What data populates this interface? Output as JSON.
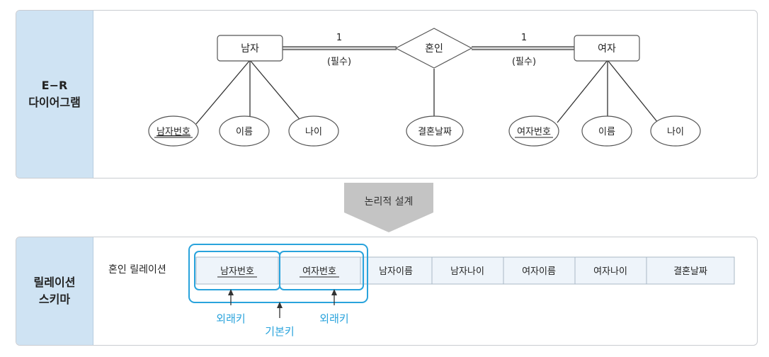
{
  "er_panel": {
    "label_line1": "E−R",
    "label_line2": "다이어그램",
    "entities": {
      "man": "남자",
      "woman": "여자"
    },
    "relationship": "혼인",
    "cardinality_left": "1",
    "cardinality_right": "1",
    "participation_left": "(필수)",
    "participation_right": "(필수)",
    "man_attributes": [
      "남자번호",
      "이름",
      "나이"
    ],
    "relationship_attribute": "결혼날짜",
    "woman_attributes": [
      "여자번호",
      "이름",
      "나이"
    ]
  },
  "transition": {
    "label": "논리적 설계"
  },
  "schema_panel": {
    "label_line1": "릴레이션",
    "label_line2": "스키마",
    "relation_name": "혼인 릴레이션",
    "columns": [
      "남자번호",
      "여자번호",
      "남자이름",
      "남자나이",
      "여자이름",
      "여자나이",
      "결혼날짜"
    ],
    "foreign_key_label_1": "외래키",
    "primary_key_label": "기본키",
    "foreign_key_label_2": "외래키"
  },
  "colors": {
    "label_bg": "#cfe3f3",
    "key_blue": "#29a3dc",
    "cell_bg": "#eef4fa",
    "arrow_gray": "#c4c4c4"
  }
}
